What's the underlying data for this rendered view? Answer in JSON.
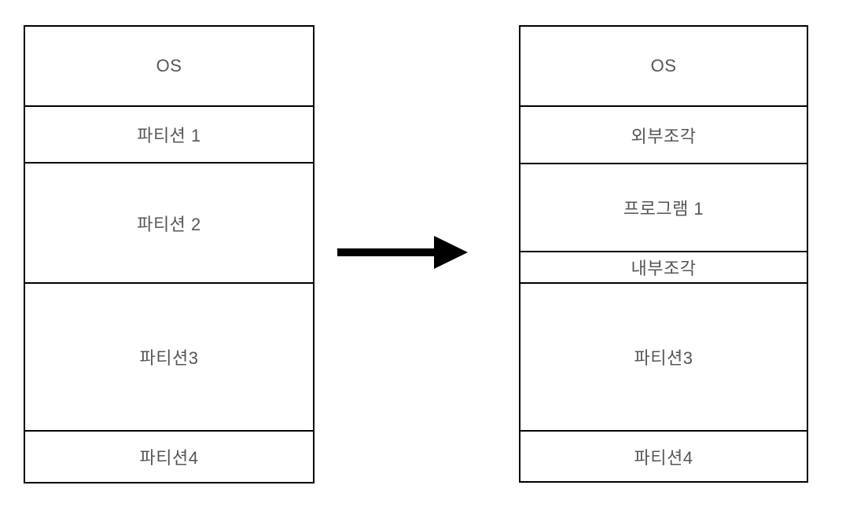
{
  "diagram": {
    "title": "memory-partitioning-before-after",
    "before": {
      "rows": [
        {
          "label": "OS"
        },
        {
          "label": "파티션 1"
        },
        {
          "label": "파티션 2"
        },
        {
          "label": "파티션3"
        },
        {
          "label": "파티션4"
        }
      ]
    },
    "after": {
      "rows": [
        {
          "label": "OS"
        },
        {
          "label": "외부조각"
        },
        {
          "label": "프로그램 1"
        },
        {
          "label": "내부조각"
        },
        {
          "label": "파티션3"
        },
        {
          "label": "파티션4"
        }
      ]
    },
    "arrow": {
      "icon": "right-arrow",
      "direction": "right",
      "color": "#000000"
    },
    "colors": {
      "border": "#000000",
      "text": "#565656",
      "background": "#ffffff"
    }
  }
}
